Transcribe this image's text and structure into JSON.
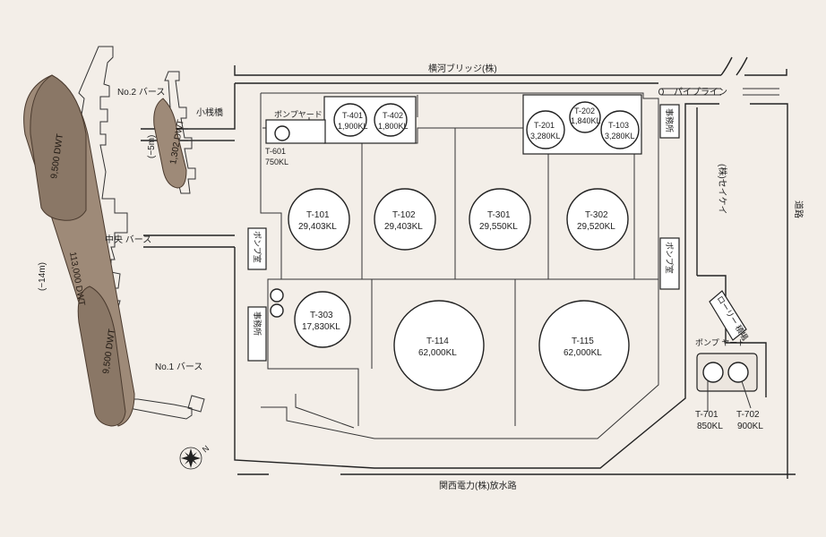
{
  "labels": {
    "bridge_company": "横河ブリッジ(株)",
    "pipeline": "パイプライン",
    "seikei": "(株)セイケイ",
    "road": "道路",
    "kansai_channel": "関西電力(株)放水路",
    "small_pier": "小桟橋",
    "berth2": "No.2 バース",
    "berth_center": "中央 バース",
    "berth1": "No.1 バース",
    "pump_yard": "ポンプヤード",
    "pump_yard2": "ポンプ ヤード",
    "pump_room_left": "ポンプ室",
    "pump_room_right": "ポンプ室",
    "office_top": "事務所",
    "office_left": "事務所",
    "lorry_loading": "ローリー 積場",
    "compass": "N"
  },
  "ships": {
    "large_depth": "(−14m)",
    "large_dwt": "113,000 DWT",
    "small_top_dwt": "9,500 DWT",
    "small_bottom_dwt": "9,500 DWT",
    "pier_depth": "(−5m)",
    "pier_dwt": "1,302 DWT"
  },
  "tanks": [
    {
      "id": "T-401",
      "cap": "1,900KL"
    },
    {
      "id": "T-402",
      "cap": "1,800KL"
    },
    {
      "id": "T-201",
      "cap": "3,280KL"
    },
    {
      "id": "T-202",
      "cap": "1,840KL"
    },
    {
      "id": "T-103",
      "cap": "3,280KL"
    },
    {
      "id": "T-601",
      "cap": "750KL"
    },
    {
      "id": "T-101",
      "cap": "29,403KL"
    },
    {
      "id": "T-102",
      "cap": "29,403KL"
    },
    {
      "id": "T-301",
      "cap": "29,550KL"
    },
    {
      "id": "T-302",
      "cap": "29,520KL"
    },
    {
      "id": "T-303",
      "cap": "17,830KL"
    },
    {
      "id": "T-114",
      "cap": "62,000KL"
    },
    {
      "id": "T-115",
      "cap": "62,000KL"
    },
    {
      "id": "T-701",
      "cap": "850KL"
    },
    {
      "id": "T-702",
      "cap": "900KL"
    }
  ]
}
